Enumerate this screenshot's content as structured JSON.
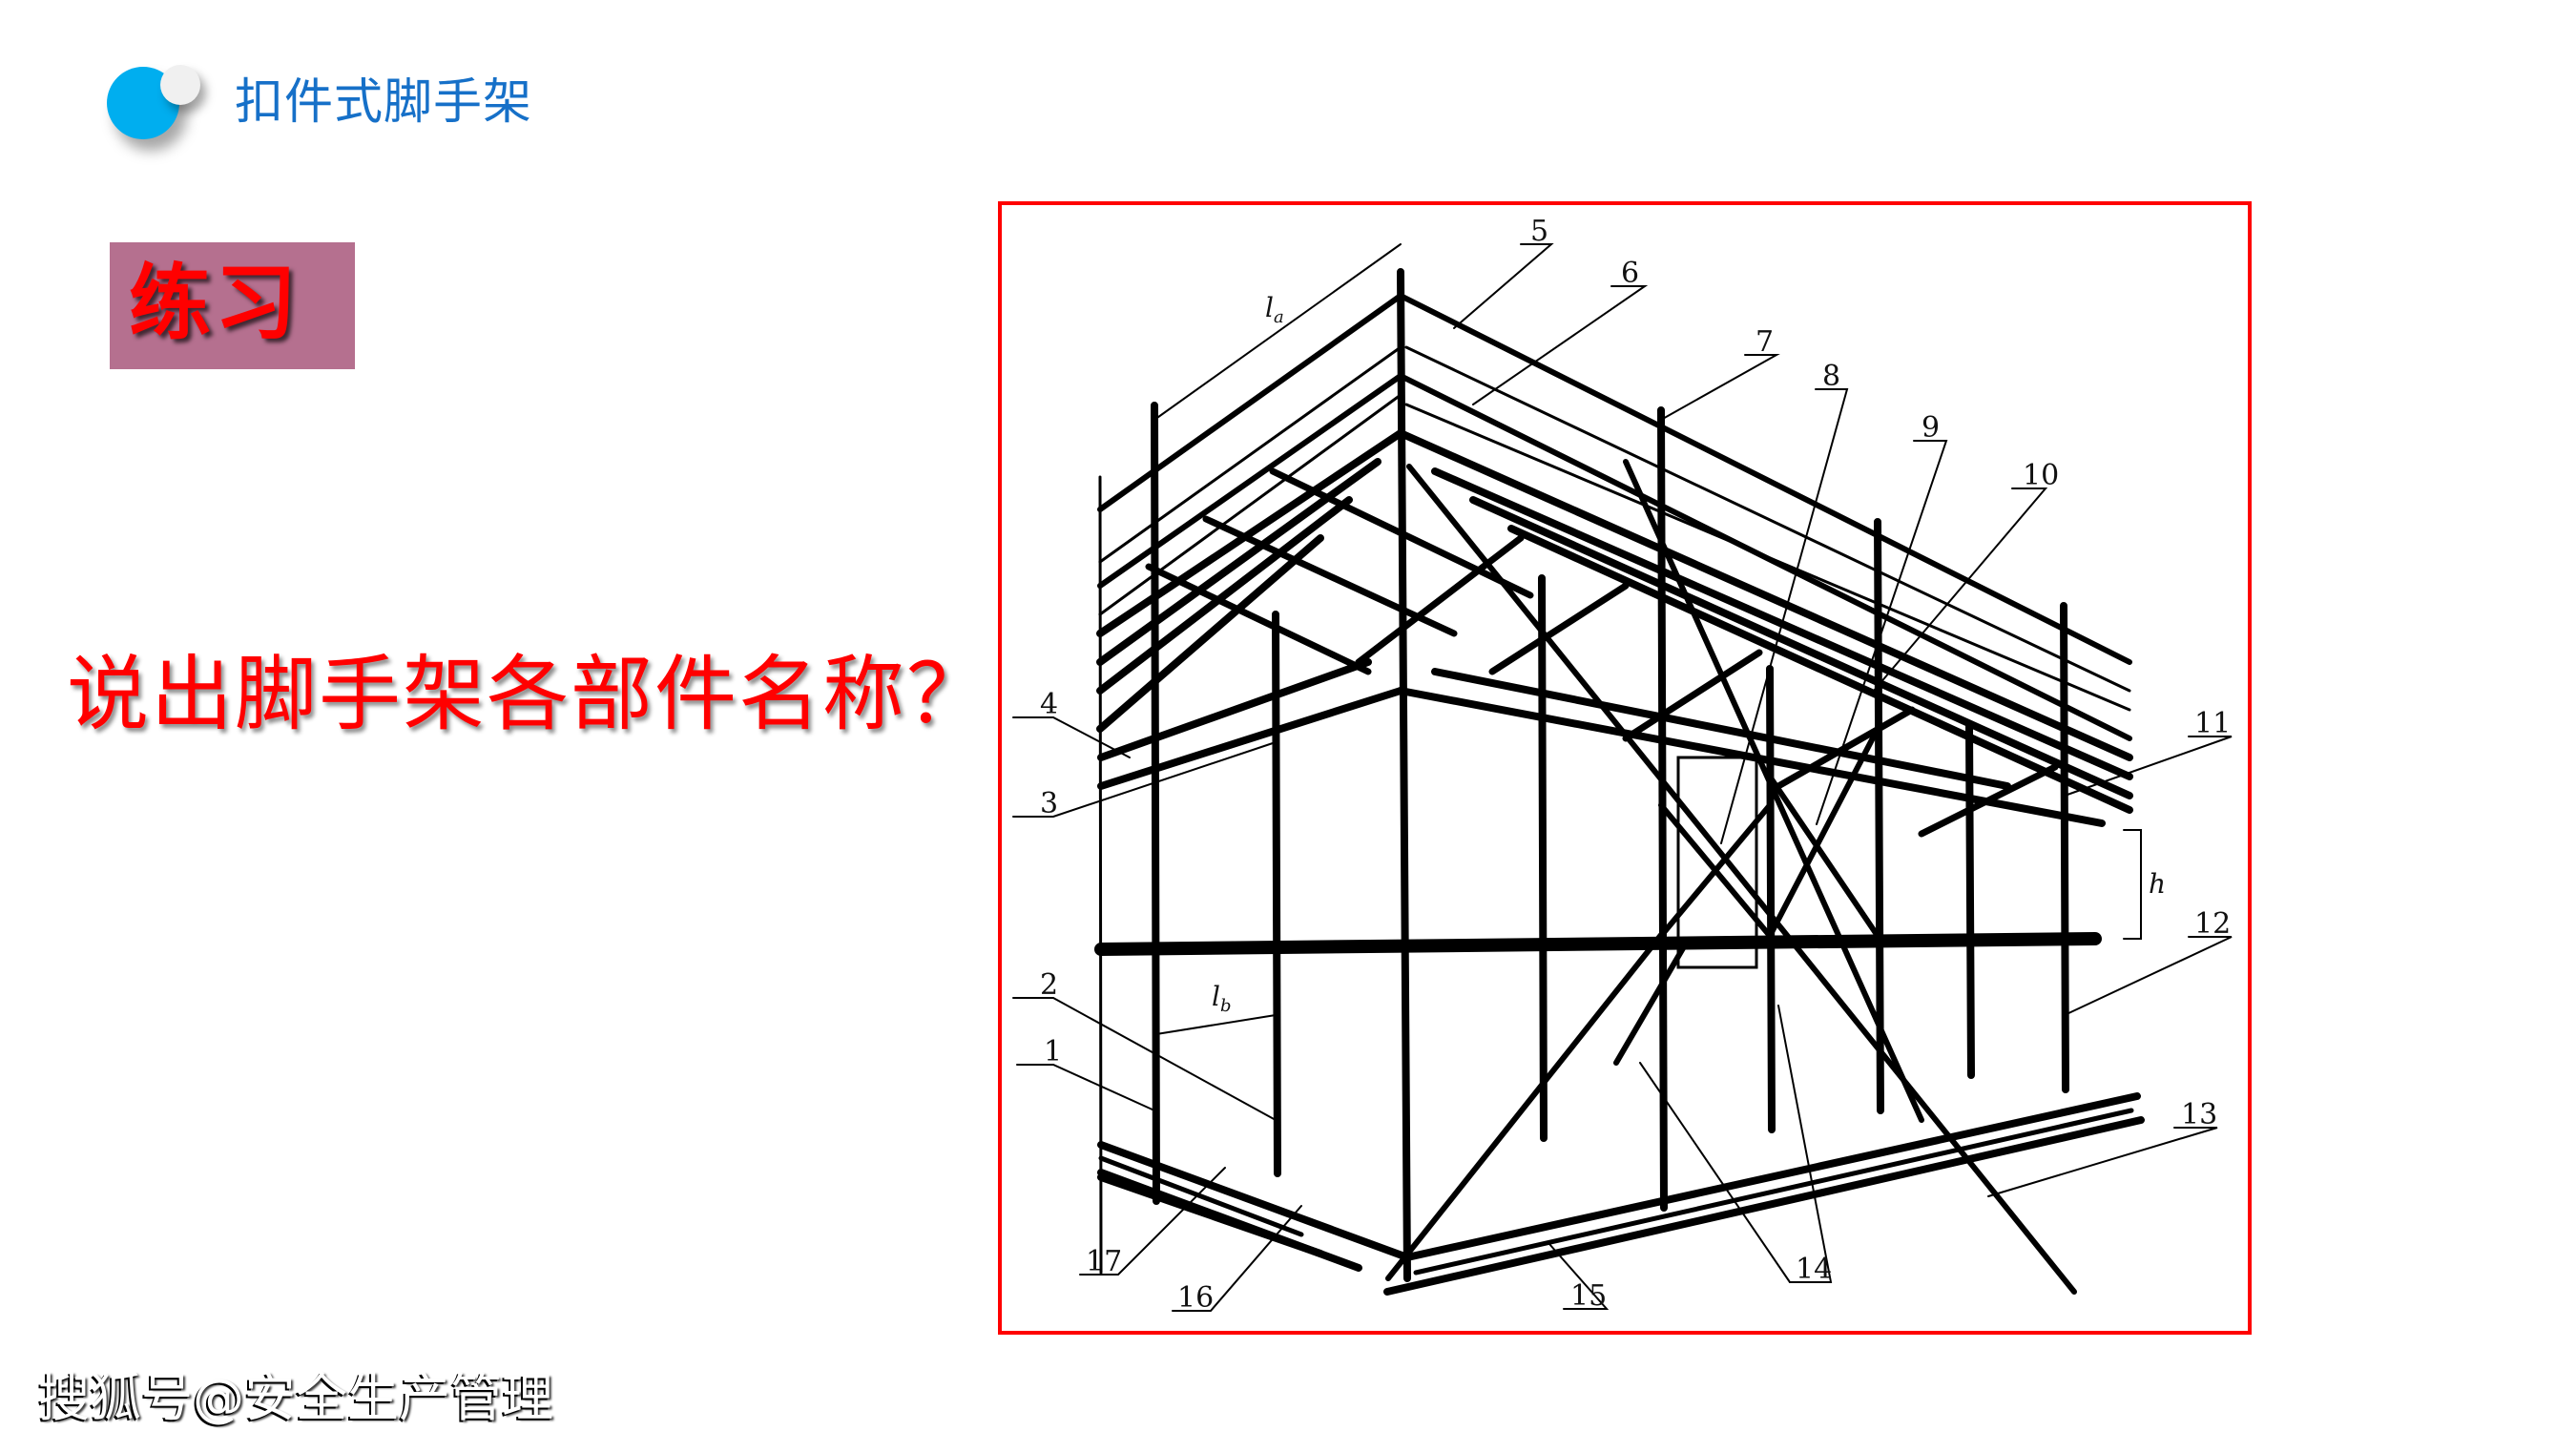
{
  "header": {
    "logo_icon": "blue-white-circles-icon",
    "title": "扣件式脚手架",
    "title_color": "#1670c8"
  },
  "practice": {
    "label": "练习",
    "box_color": "#b5708f",
    "text_color": "#ff0000"
  },
  "question": {
    "text": "说出脚手架各部件名称？",
    "color": "#ff0000"
  },
  "figure": {
    "border_color": "#ff0000",
    "description": "扣件式钢管脚手架构造示意图",
    "callouts": [
      {
        "id": "1",
        "label": "1"
      },
      {
        "id": "2",
        "label": "2"
      },
      {
        "id": "3",
        "label": "3"
      },
      {
        "id": "4",
        "label": "4"
      },
      {
        "id": "5",
        "label": "5"
      },
      {
        "id": "6",
        "label": "6"
      },
      {
        "id": "7",
        "label": "7"
      },
      {
        "id": "8",
        "label": "8"
      },
      {
        "id": "9",
        "label": "9"
      },
      {
        "id": "10",
        "label": "10"
      },
      {
        "id": "11",
        "label": "11"
      },
      {
        "id": "12",
        "label": "12"
      },
      {
        "id": "13",
        "label": "13"
      },
      {
        "id": "14",
        "label": "14"
      },
      {
        "id": "15",
        "label": "15"
      },
      {
        "id": "16",
        "label": "16"
      },
      {
        "id": "17",
        "label": "17"
      }
    ],
    "dimensions": {
      "la": "l",
      "la_sub": "a",
      "lb": "l",
      "lb_sub": "b",
      "h": "h"
    }
  },
  "watermark": {
    "text": "搜狐号@安全生产管理"
  }
}
